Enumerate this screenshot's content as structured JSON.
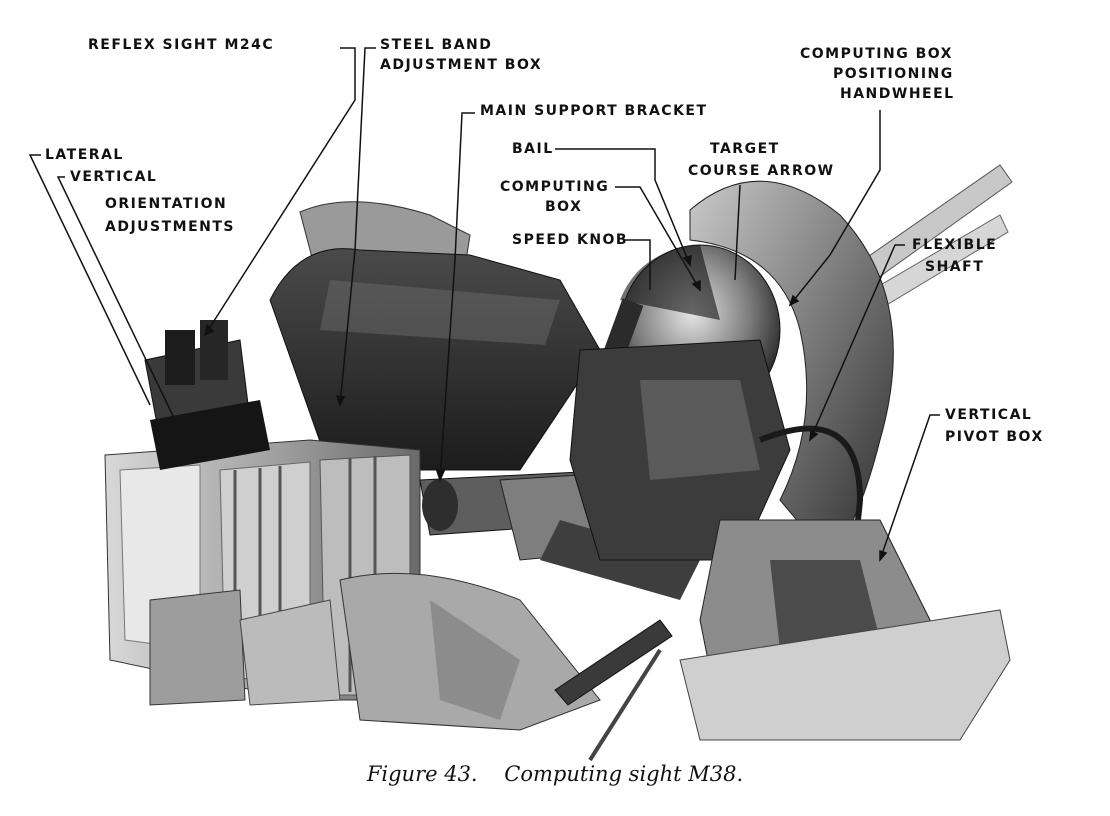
{
  "labels": {
    "reflex_sight": "REFLEX SIGHT M24C",
    "steel_band_1": "STEEL BAND",
    "steel_band_2": "ADJUSTMENT BOX",
    "main_support_bracket": "MAIN SUPPORT BRACKET",
    "computing_box_positioning_1": "COMPUTING BOX",
    "computing_box_positioning_2": "POSITIONING",
    "computing_box_positioning_3": "HANDWHEEL",
    "lateral": "LATERAL",
    "vertical": "VERTICAL",
    "orientation_1": "ORIENTATION",
    "orientation_2": "ADJUSTMENTS",
    "bail": "BAIL",
    "target_course_1": "TARGET",
    "target_course_2": "COURSE ARROW",
    "computing_box_1": "COMPUTING",
    "computing_box_2": "BOX",
    "speed_knob": "SPEED KNOB",
    "flexible_shaft_1": "FLEXIBLE",
    "flexible_shaft_2": "SHAFT",
    "vertical_pivot_1": "VERTICAL",
    "vertical_pivot_2": "PIVOT BOX"
  },
  "caption": {
    "number": "Figure 43.",
    "text": "Computing sight M38."
  }
}
